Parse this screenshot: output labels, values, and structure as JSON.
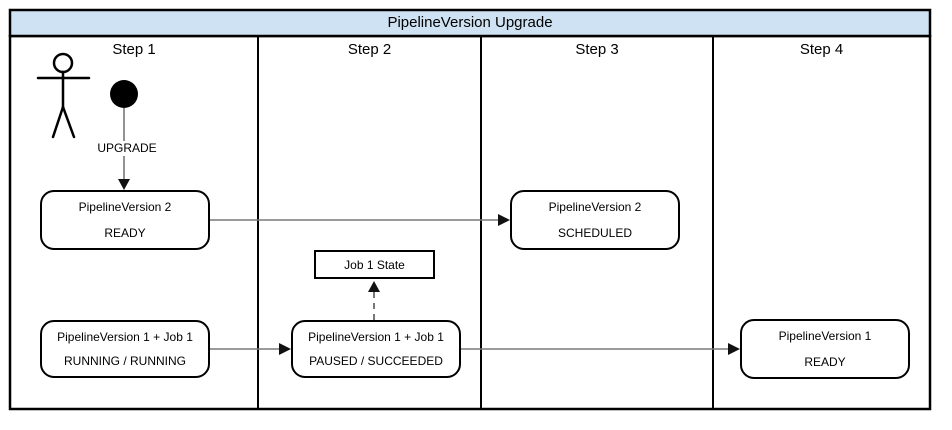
{
  "diagram": {
    "title": "PipelineVersion Upgrade",
    "lanes": [
      {
        "label": "Step 1"
      },
      {
        "label": "Step 2"
      },
      {
        "label": "Step 3"
      },
      {
        "label": "Step 4"
      }
    ],
    "edge_labels": {
      "upgrade": "UPGRADE"
    },
    "nodes": {
      "pv2_ready": {
        "line1": "PipelineVersion 2",
        "line2": "READY"
      },
      "pv2_scheduled": {
        "line1": "PipelineVersion 2",
        "line2": "SCHEDULED"
      },
      "job1_state": {
        "label": "Job 1 State"
      },
      "pv1_running": {
        "line1": "PipelineVersion 1 + Job 1",
        "line2": "RUNNING / RUNNING"
      },
      "pv1_paused": {
        "line1": "PipelineVersion 1 + Job 1",
        "line2": "PAUSED / SUCCEEDED"
      },
      "pv1_ready": {
        "line1": "PipelineVersion 1",
        "line2": "READY"
      }
    },
    "colors": {
      "title_bar_bg": "#cfe2f3",
      "border": "#000000",
      "connector": "#787878",
      "arrowhead": "#111111"
    }
  }
}
